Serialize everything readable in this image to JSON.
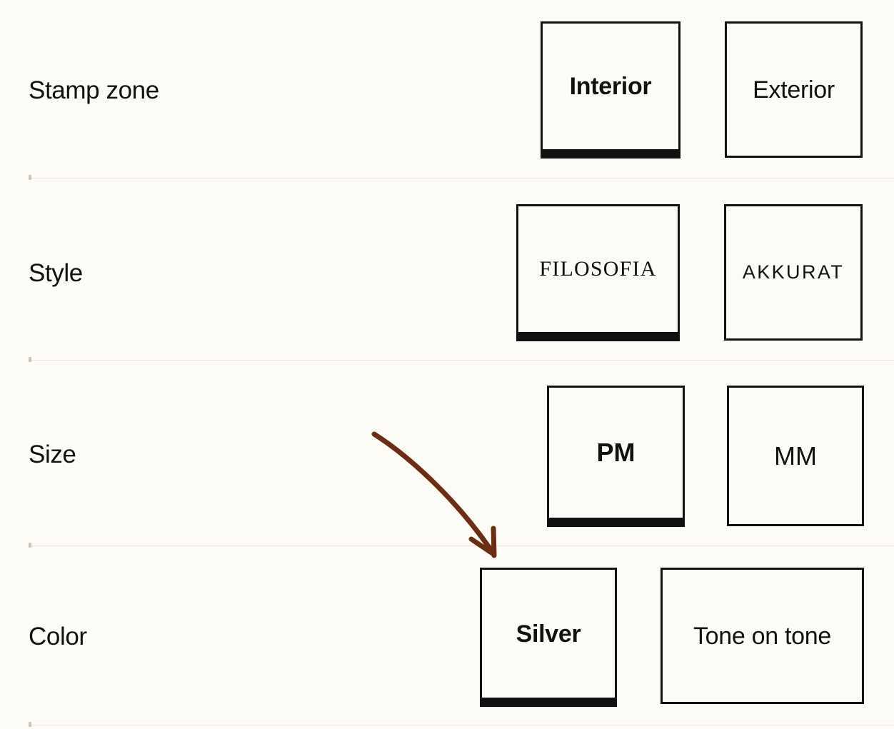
{
  "theme": {
    "background": "#FCFBF6",
    "text": "#111111",
    "border": "#111111",
    "divider": "#E8E6DF",
    "annotation": "#6B2E14"
  },
  "annotation": {
    "name": "curved-arrow",
    "color": "#6B2E14",
    "points_to": "Silver",
    "direction": "down-right"
  },
  "rows": [
    {
      "label": "Stamp zone",
      "options": [
        {
          "label": "Interior",
          "selected": true,
          "style": "t-sans-bold"
        },
        {
          "label": "Exterior",
          "selected": false,
          "style": "t-sans-reg"
        }
      ]
    },
    {
      "label": "Style",
      "options": [
        {
          "label": "FILOSOFIA",
          "selected": true,
          "style": "t-serif-caps"
        },
        {
          "label": "AKKURAT",
          "selected": false,
          "style": "t-sans-light-caps"
        }
      ]
    },
    {
      "label": "Size",
      "options": [
        {
          "label": "PM",
          "selected": true,
          "style": "t-sans-bold-lg"
        },
        {
          "label": "MM",
          "selected": false,
          "style": "t-sans-reg-lg"
        }
      ]
    },
    {
      "label": "Color",
      "options": [
        {
          "label": "Silver",
          "selected": true,
          "style": "t-sans-bold"
        },
        {
          "label": "Tone on tone",
          "selected": false,
          "style": "t-sans-reg"
        }
      ]
    }
  ]
}
